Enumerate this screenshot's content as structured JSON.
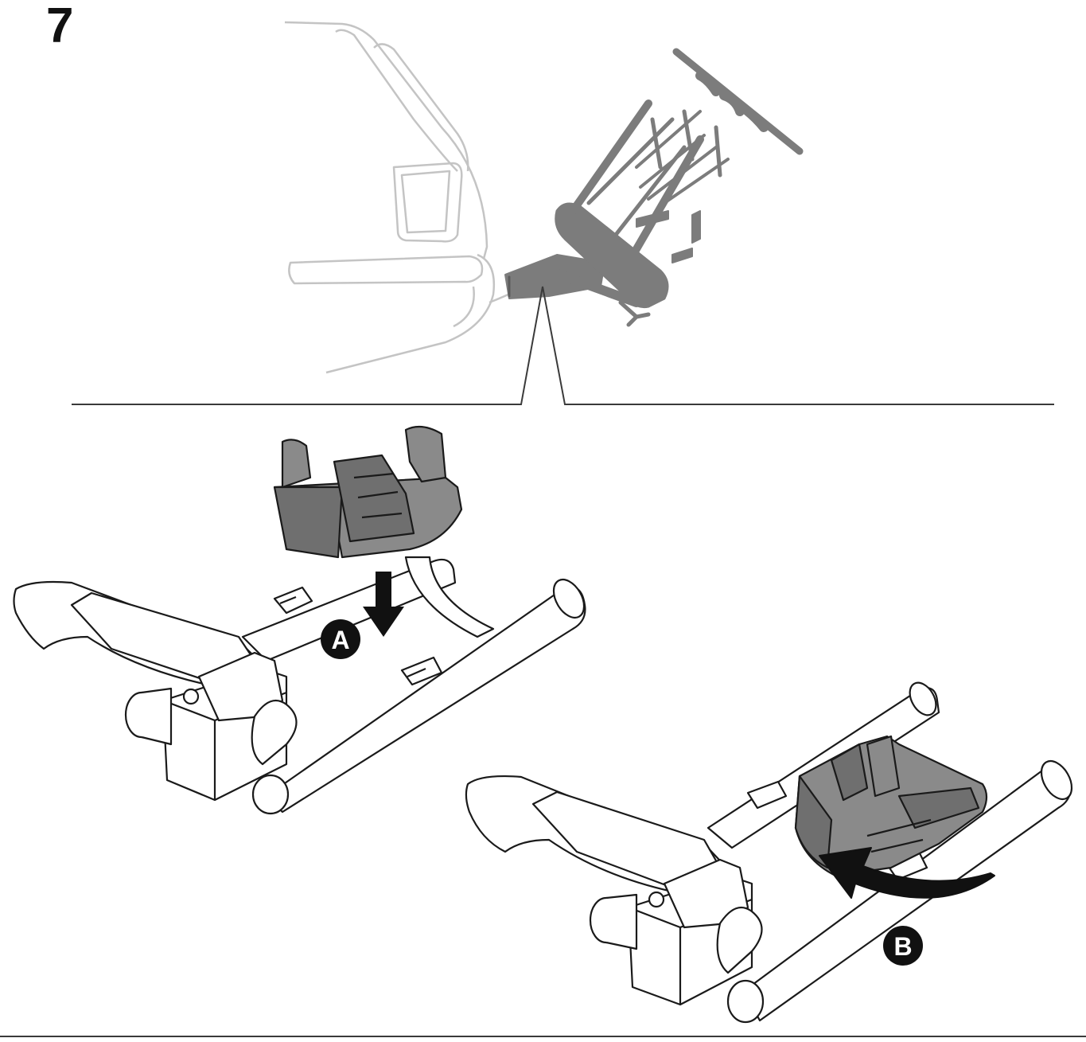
{
  "step": {
    "number": "7"
  },
  "callouts": [
    {
      "label": "A",
      "action": "press-down"
    },
    {
      "label": "B",
      "action": "rotate-into-place"
    }
  ],
  "colors": {
    "line": "#3a3a3a",
    "car_outline": "#c4c4c4",
    "rack": "#7c7c7c",
    "part_fill": "#8a8a8a",
    "part_dark": "#6f6f6f",
    "arrow": "#111111",
    "badge": "#111111"
  },
  "icons": [
    "arrow-down-icon",
    "curved-arrow-icon"
  ]
}
